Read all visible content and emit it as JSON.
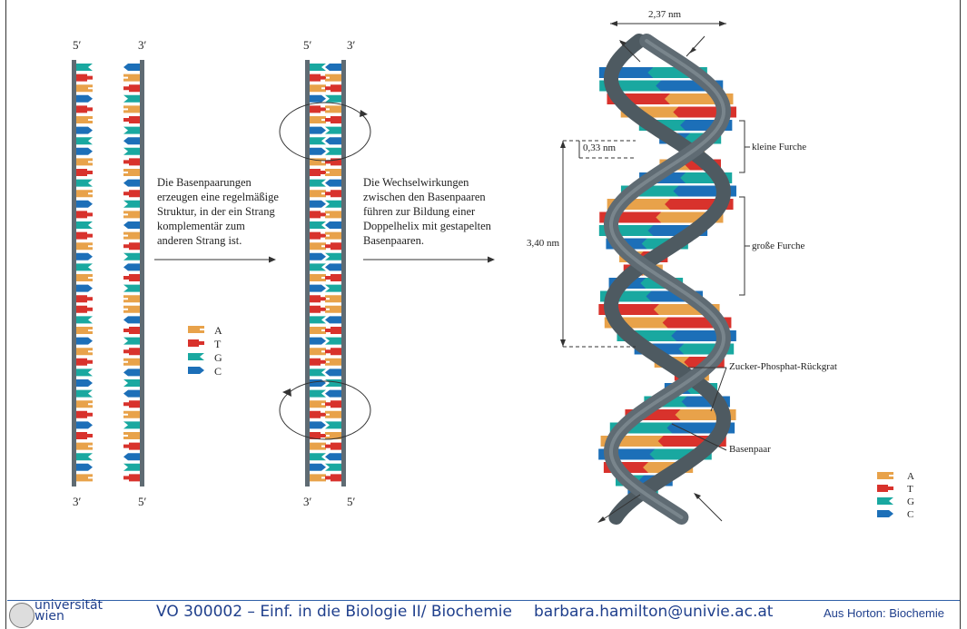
{
  "strands_left": {
    "top_left": "5′",
    "top_right": "3′",
    "bottom_left": "3′",
    "bottom_right": "5′"
  },
  "strands_middle": {
    "top_left": "5′",
    "top_right": "3′",
    "bottom_left": "3′",
    "bottom_right": "5′"
  },
  "text_block_1": "Die Basenpaarungen\nerzeugen eine regelmäßige\nStruktur, in der ein Strang\nkomplementär zum\nanderen Strang ist.",
  "text_block_2": "Die Wechselwirkungen\nzwischen den Basenpaaren\nführen zur Bildung einer\nDoppelhelix mit gestapelten\nBasenpaaren.",
  "legend": {
    "items": [
      {
        "label": "A",
        "color": "#e8a24a"
      },
      {
        "label": "T",
        "color": "#d8322c"
      },
      {
        "label": "G",
        "color": "#19a8a0"
      },
      {
        "label": "C",
        "color": "#1c6fb8"
      }
    ]
  },
  "helix": {
    "width_label": "2,37 nm",
    "rise_label": "0,33 nm",
    "pitch_label": "3,40 nm",
    "minor_groove": "kleine Furche",
    "major_groove": "große Furche",
    "backbone": "Zucker-Phosphat-Rückgrat",
    "base_pair": "Basenpaar"
  },
  "footer": {
    "uni_line1": "universität",
    "uni_line2": "wien",
    "course": "VO 300002 – Einf. in die Biologie II/ Biochemie",
    "email": "barbara.hamilton@univie.ac.at",
    "source": "Aus Horton: Biochemie"
  },
  "colors": {
    "backbone": "#5f6b73",
    "A": "#e8a24a",
    "T": "#d8322c",
    "G": "#19a8a0",
    "C": "#1c6fb8",
    "footer_text": "#1f3f8c"
  }
}
